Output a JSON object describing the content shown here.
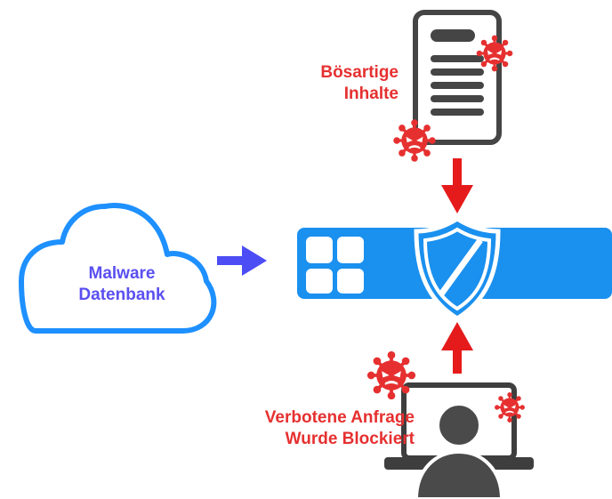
{
  "colors": {
    "cloud": "#1e90ff",
    "malware_label": "#5a4ff0",
    "threat": "#e63030",
    "firewall": "#1a90ef",
    "document": "#454545",
    "user": "#4a4a4a",
    "arrow_blue": "#4d4df5",
    "arrow_red": "#e51b1b"
  },
  "cloud": {
    "line1": "Malware",
    "line2": "Datenbank",
    "icon": "cloud-icon"
  },
  "document": {
    "label_line1": "Bösartige",
    "label_line2": "Inhalte",
    "icon": "document-icon",
    "threat_icon": "virus-icon"
  },
  "firewall": {
    "icon": "shield-icon"
  },
  "user": {
    "label_line1": "Verbotene Anfrage",
    "label_line2": "Wurde Blockiert",
    "icon": "user-laptop-icon"
  }
}
